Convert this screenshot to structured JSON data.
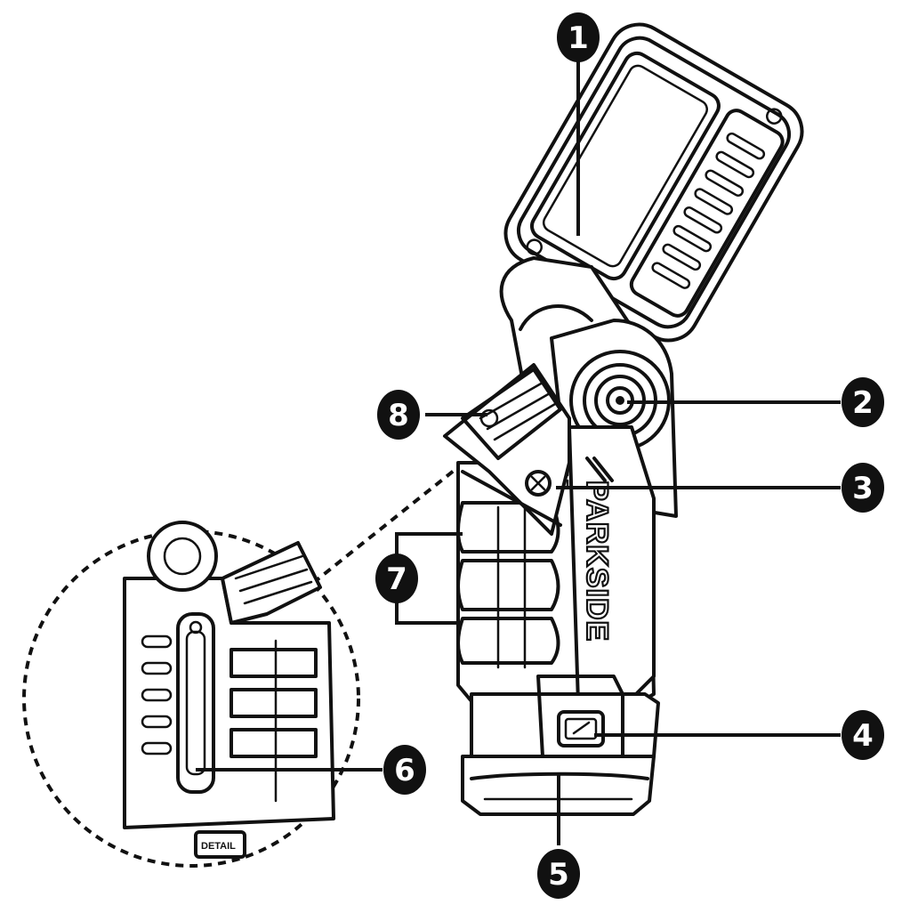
{
  "brand_text": "PARKSIDE",
  "callouts": [
    {
      "id": "1",
      "label": "1"
    },
    {
      "id": "2",
      "label": "2"
    },
    {
      "id": "3",
      "label": "3"
    },
    {
      "id": "4",
      "label": "4"
    },
    {
      "id": "5",
      "label": "5"
    },
    {
      "id": "6",
      "label": "6"
    },
    {
      "id": "7",
      "label": "7"
    },
    {
      "id": "8",
      "label": "8"
    }
  ],
  "detail_badge": "DETAIL"
}
